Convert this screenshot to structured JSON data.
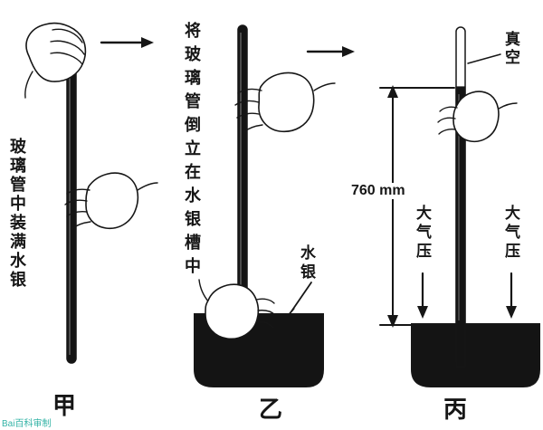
{
  "colors": {
    "ink": "#161616",
    "mercury": "#141414",
    "background": "#ffffff",
    "watermark": "#33b3a6"
  },
  "panels": {
    "jia": {
      "caption": "甲",
      "note": "玻璃管中装满水银"
    },
    "yi": {
      "caption": "乙",
      "note": "将玻璃管倒立在水银槽中",
      "mercury_label": "水银"
    },
    "bing": {
      "caption": "丙",
      "vacuum_label": "真空",
      "height_label": "760 mm",
      "pressure_left": "大气压",
      "pressure_right": "大气压"
    }
  },
  "watermark": "Bai百科审制"
}
